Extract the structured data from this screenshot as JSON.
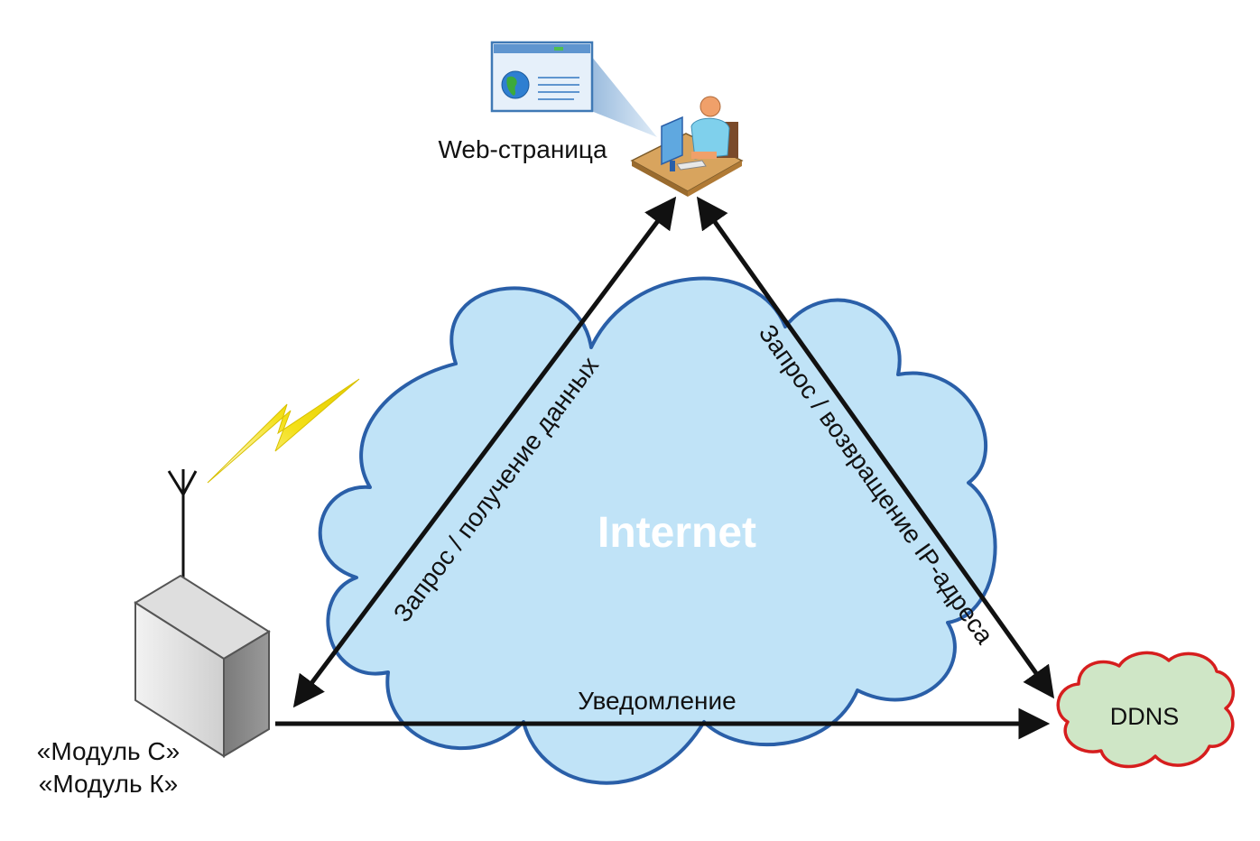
{
  "nodes": {
    "webpage": {
      "label": "Web-страница",
      "icon": "user-workstation-icon"
    },
    "internet": {
      "label": "Internet",
      "icon": "cloud-icon"
    },
    "ddns": {
      "label": "DDNS",
      "icon": "cloud-icon"
    },
    "device": {
      "label_line1": "«Модуль С»",
      "label_line2": "«Модуль К»",
      "icon": "server-tower-icon"
    }
  },
  "edges": {
    "left": {
      "label": "Запрос / получение данных",
      "direction": "bidirectional"
    },
    "right": {
      "label": "Запрос / возвращение IP-адреса",
      "direction": "bidirectional"
    },
    "bottom": {
      "label": "Уведомление",
      "direction": "to-ddns"
    }
  },
  "colors": {
    "internet_fill": "#c0e3f7",
    "internet_stroke": "#2a5fa8",
    "ddns_fill": "#cfe6c6",
    "ddns_stroke": "#d61e1e",
    "lightning": "#f4e018",
    "arrow": "#111111",
    "internet_text": "#ffffff"
  }
}
